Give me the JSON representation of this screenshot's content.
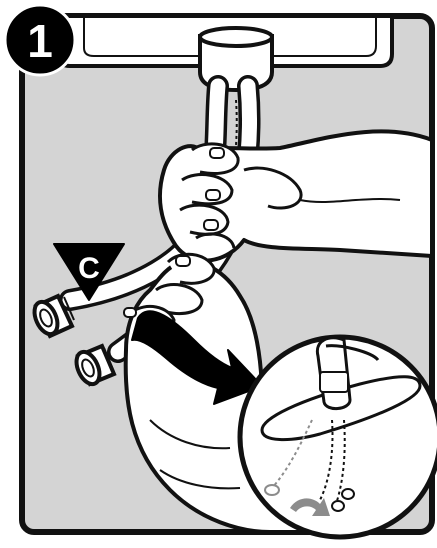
{
  "step": {
    "number": "1"
  },
  "callout": {
    "letter": "C"
  },
  "colors": {
    "outline": "#111111",
    "panel_bg": "#d4d4d4",
    "hand_fill": "#ffffff",
    "arrow_fill": "#000000",
    "inset_bg": "#ffffff",
    "inset_arrow": "#8c8c8c",
    "badge_fill": "#000000",
    "badge_text": "#ffffff"
  },
  "icons": {
    "step_badge": "step-number-circle",
    "callout_marker": "downward-triangle-label",
    "rotation_arrow": "curved-arrow-clockwise",
    "inset": "circular-detail-inset"
  }
}
